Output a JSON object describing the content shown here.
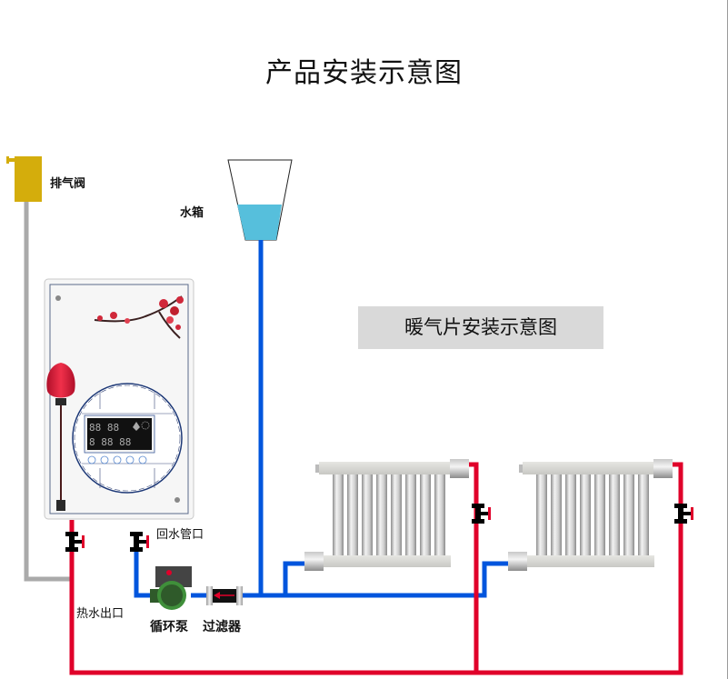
{
  "title": "产品安装示意图",
  "subtitle": "暖气片安装示意图",
  "labels": {
    "air_valve": "排气阀",
    "water_tank": "水箱",
    "return_inlet": "回水管口",
    "hot_water_outlet": "热水出口",
    "circulation_pump": "循环泵",
    "filter": "过滤器"
  },
  "colors": {
    "hot_pipe": "#e0002a",
    "cold_pipe": "#0055dd",
    "vent_pipe": "#aaaaaa",
    "air_valve": "#d4ad0c",
    "tank_water": "#56bfdc",
    "subtitle_bg": "#d9d9d9",
    "pump_green": "#3f8f3a",
    "pump_body": "#444444"
  },
  "water_tank_fill_fraction": 0.42,
  "radiator_count": 2,
  "radiator_fin_count": 8,
  "heater_display": {
    "row1": "88 88",
    "row2": "8 88 88",
    "buttons": 5
  }
}
